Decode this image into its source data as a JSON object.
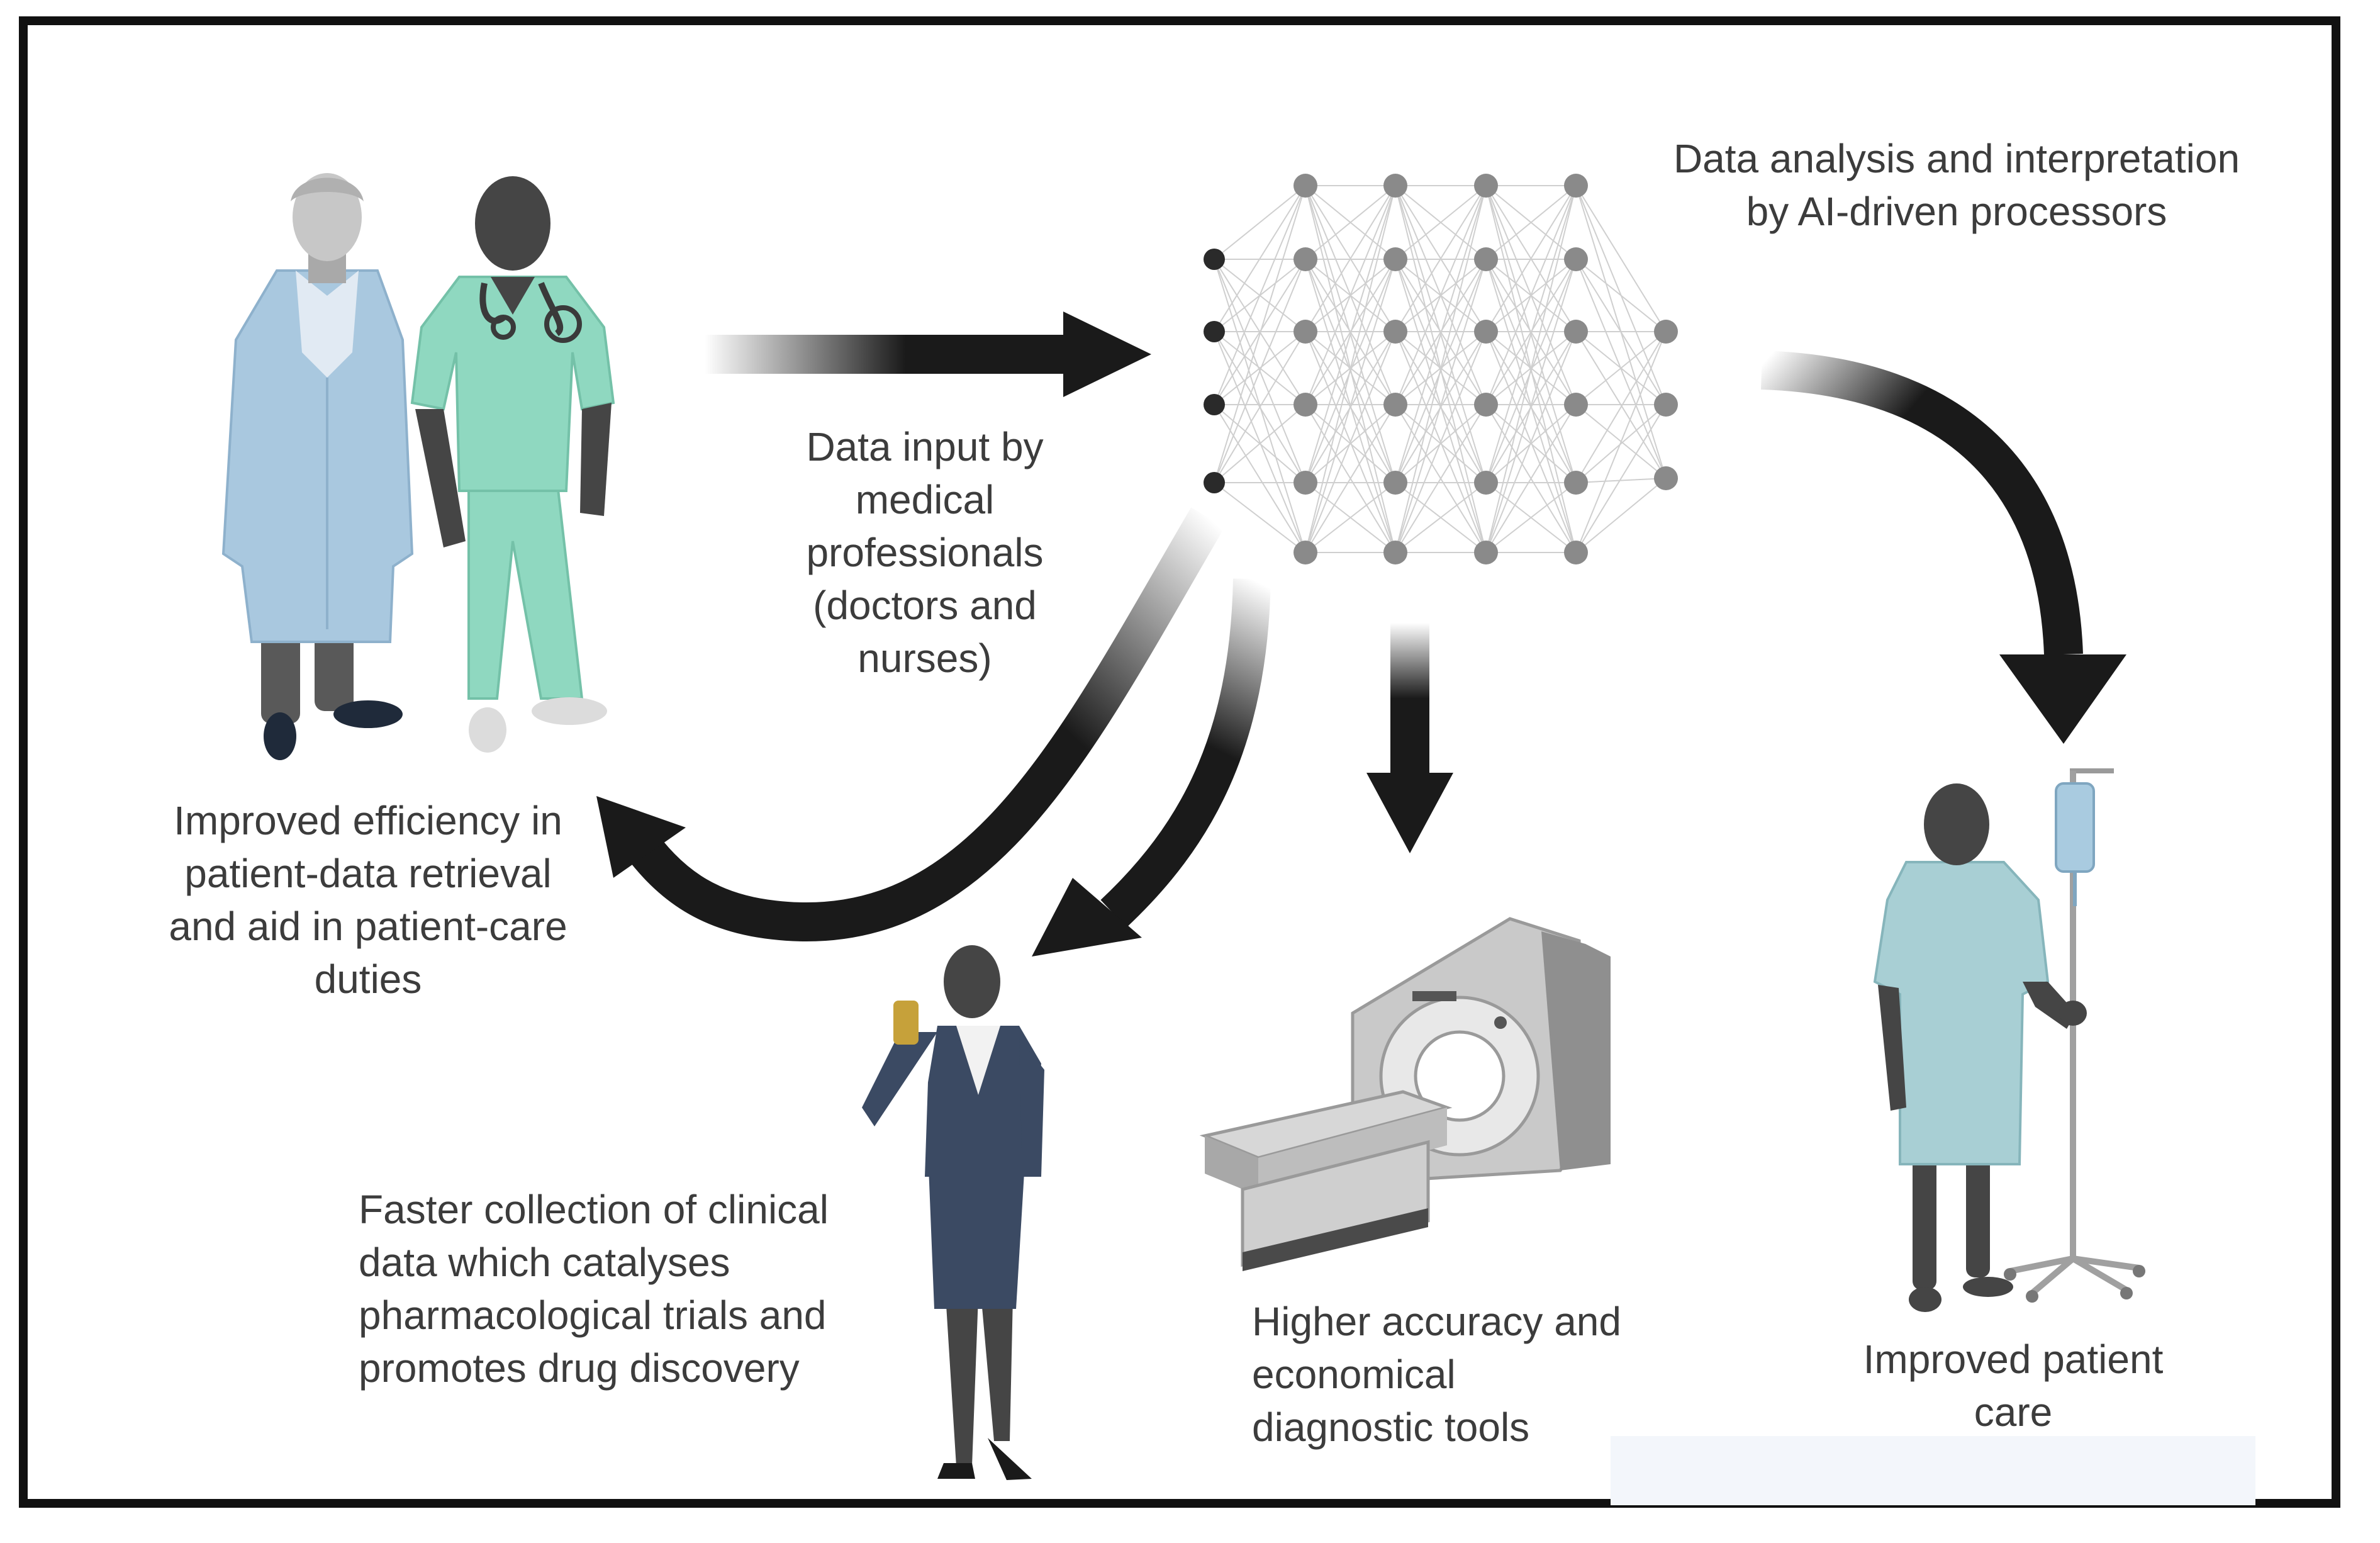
{
  "captions": {
    "data_input": "Data input by medical professionals (doctors and nurses)",
    "ai_analysis": "Data analysis and interpretation by AI-driven processors",
    "efficiency": "Improved efficiency in patient-data retrieval and aid in patient-care duties",
    "clinical_data": "Faster collection of clinical data which catalyses pharmacological trials and promotes drug discovery",
    "diagnostics": "Higher accuracy and economical diagnostic tools",
    "patient_care": "Improved patient care"
  },
  "colors": {
    "arrow": "#1a1a1a",
    "text": "#3c3c3c",
    "network_node_dark": "#2a2a2a",
    "network_node_grey": "#8a8a8a",
    "doctor_coat": "#a9c8df",
    "scrubs": "#8fd8c0",
    "gown": "#a8cfd4",
    "suit": "#3b4a63",
    "skin": "#454545"
  },
  "icons": [
    "doctor-figure",
    "nurse-figure",
    "neural-network-icon",
    "businesswoman-figure",
    "mri-scanner-icon",
    "patient-figure",
    "iv-drip-icon"
  ]
}
